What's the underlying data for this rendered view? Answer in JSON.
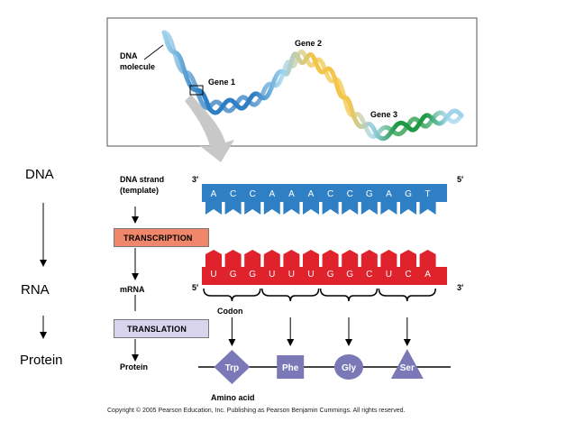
{
  "left_column": {
    "dna": "DNA",
    "rna": "RNA",
    "protein": "Protein"
  },
  "top_panel": {
    "dna_molecule": [
      "DNA",
      "molecule"
    ],
    "gene1": "Gene 1",
    "gene2": "Gene 2",
    "gene3": "Gene 3"
  },
  "flow": {
    "dna_strand": [
      "DNA strand",
      "(template)"
    ],
    "transcription": "TRANSCRIPTION",
    "mrna": "mRNA",
    "translation": "TRANSLATION",
    "protein": "Protein"
  },
  "dna_strand": {
    "end_left": "3′",
    "end_right": "5′",
    "bases": [
      "A",
      "C",
      "C",
      "A",
      "A",
      "A",
      "C",
      "C",
      "G",
      "A",
      "G",
      "T"
    ],
    "color": "#2f7fc4"
  },
  "mrna_strand": {
    "end_left": "5′",
    "end_right": "3′",
    "bases": [
      "U",
      "G",
      "G",
      "U",
      "U",
      "U",
      "G",
      "G",
      "C",
      "U",
      "C",
      "A"
    ],
    "color": "#e0222d"
  },
  "codon_label": "Codon",
  "amino_acids": [
    {
      "name": "Trp",
      "shape": "diamond"
    },
    {
      "name": "Phe",
      "shape": "square"
    },
    {
      "name": "Gly",
      "shape": "circle"
    },
    {
      "name": "Ser",
      "shape": "triangle"
    }
  ],
  "amino_acid_label": "Amino acid",
  "copyright": "Copyright © 2005 Pearson Education, Inc. Publishing as Pearson Benjamin Cummings. All rights reserved.",
  "colors": {
    "transcription_box": "#f0866a",
    "translation_box": "#d8d4ee",
    "amino_acid_fill": "#7b78b8",
    "gene2_helix": "#f3c64b",
    "gene3_helix": "#1e9a45",
    "helix_blue": "#2f7fc4",
    "helix_light": "#9fd3ec"
  }
}
